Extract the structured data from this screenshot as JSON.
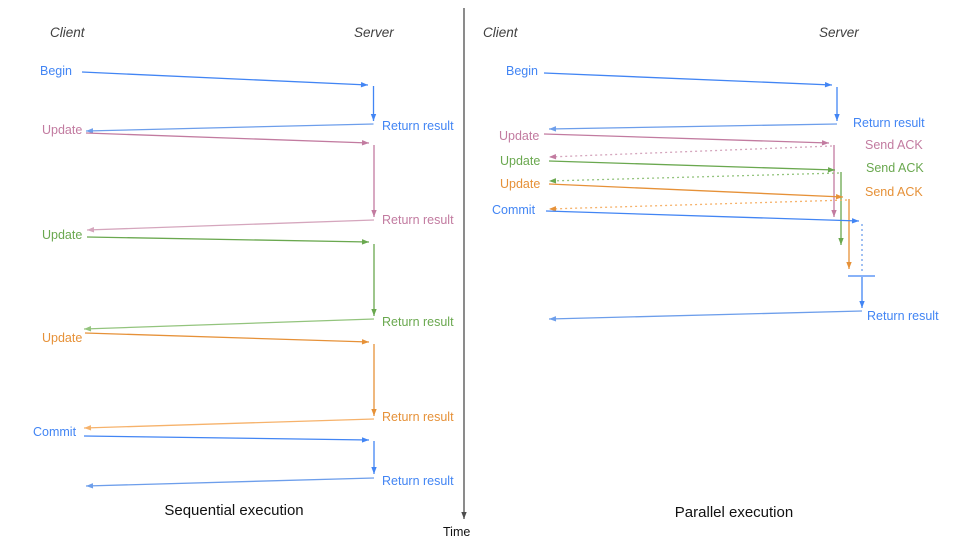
{
  "palette": {
    "blue": "#4285f4",
    "blue_light": "#6d9eeb",
    "pink": "#c27ba0",
    "pink_light": "#d5a6bd",
    "green": "#6aa84f",
    "green_light": "#93c47d",
    "orange": "#e69138",
    "orange_light": "#f6b26b",
    "axis": "#4d4d4d",
    "heading": "#3f3f3f",
    "caption": "#111111"
  },
  "time_axis": {
    "label": "Time"
  },
  "left_diagram": {
    "caption": "Sequential execution",
    "client_header": "Client",
    "server_header": "Server",
    "messages": [
      {
        "label": "Begin",
        "response": "Return result",
        "color": "blue"
      },
      {
        "label": "Update",
        "response": "Return result",
        "color": "pink"
      },
      {
        "label": "Update",
        "response": "Return result",
        "color": "green"
      },
      {
        "label": "Update",
        "response": "Return result",
        "color": "orange"
      },
      {
        "label": "Commit",
        "response": "Return result",
        "color": "blue"
      }
    ]
  },
  "right_diagram": {
    "caption": "Parallel execution",
    "client_header": "Client",
    "server_header": "Server",
    "messages": [
      {
        "label": "Begin",
        "response": "Return result",
        "color": "blue"
      },
      {
        "label": "Update",
        "response": "Send ACK",
        "color": "pink"
      },
      {
        "label": "Update",
        "response": "Send ACK",
        "color": "green"
      },
      {
        "label": "Update",
        "response": "Send ACK",
        "color": "orange"
      },
      {
        "label": "Commit",
        "response": "Return result",
        "color": "blue"
      }
    ]
  }
}
